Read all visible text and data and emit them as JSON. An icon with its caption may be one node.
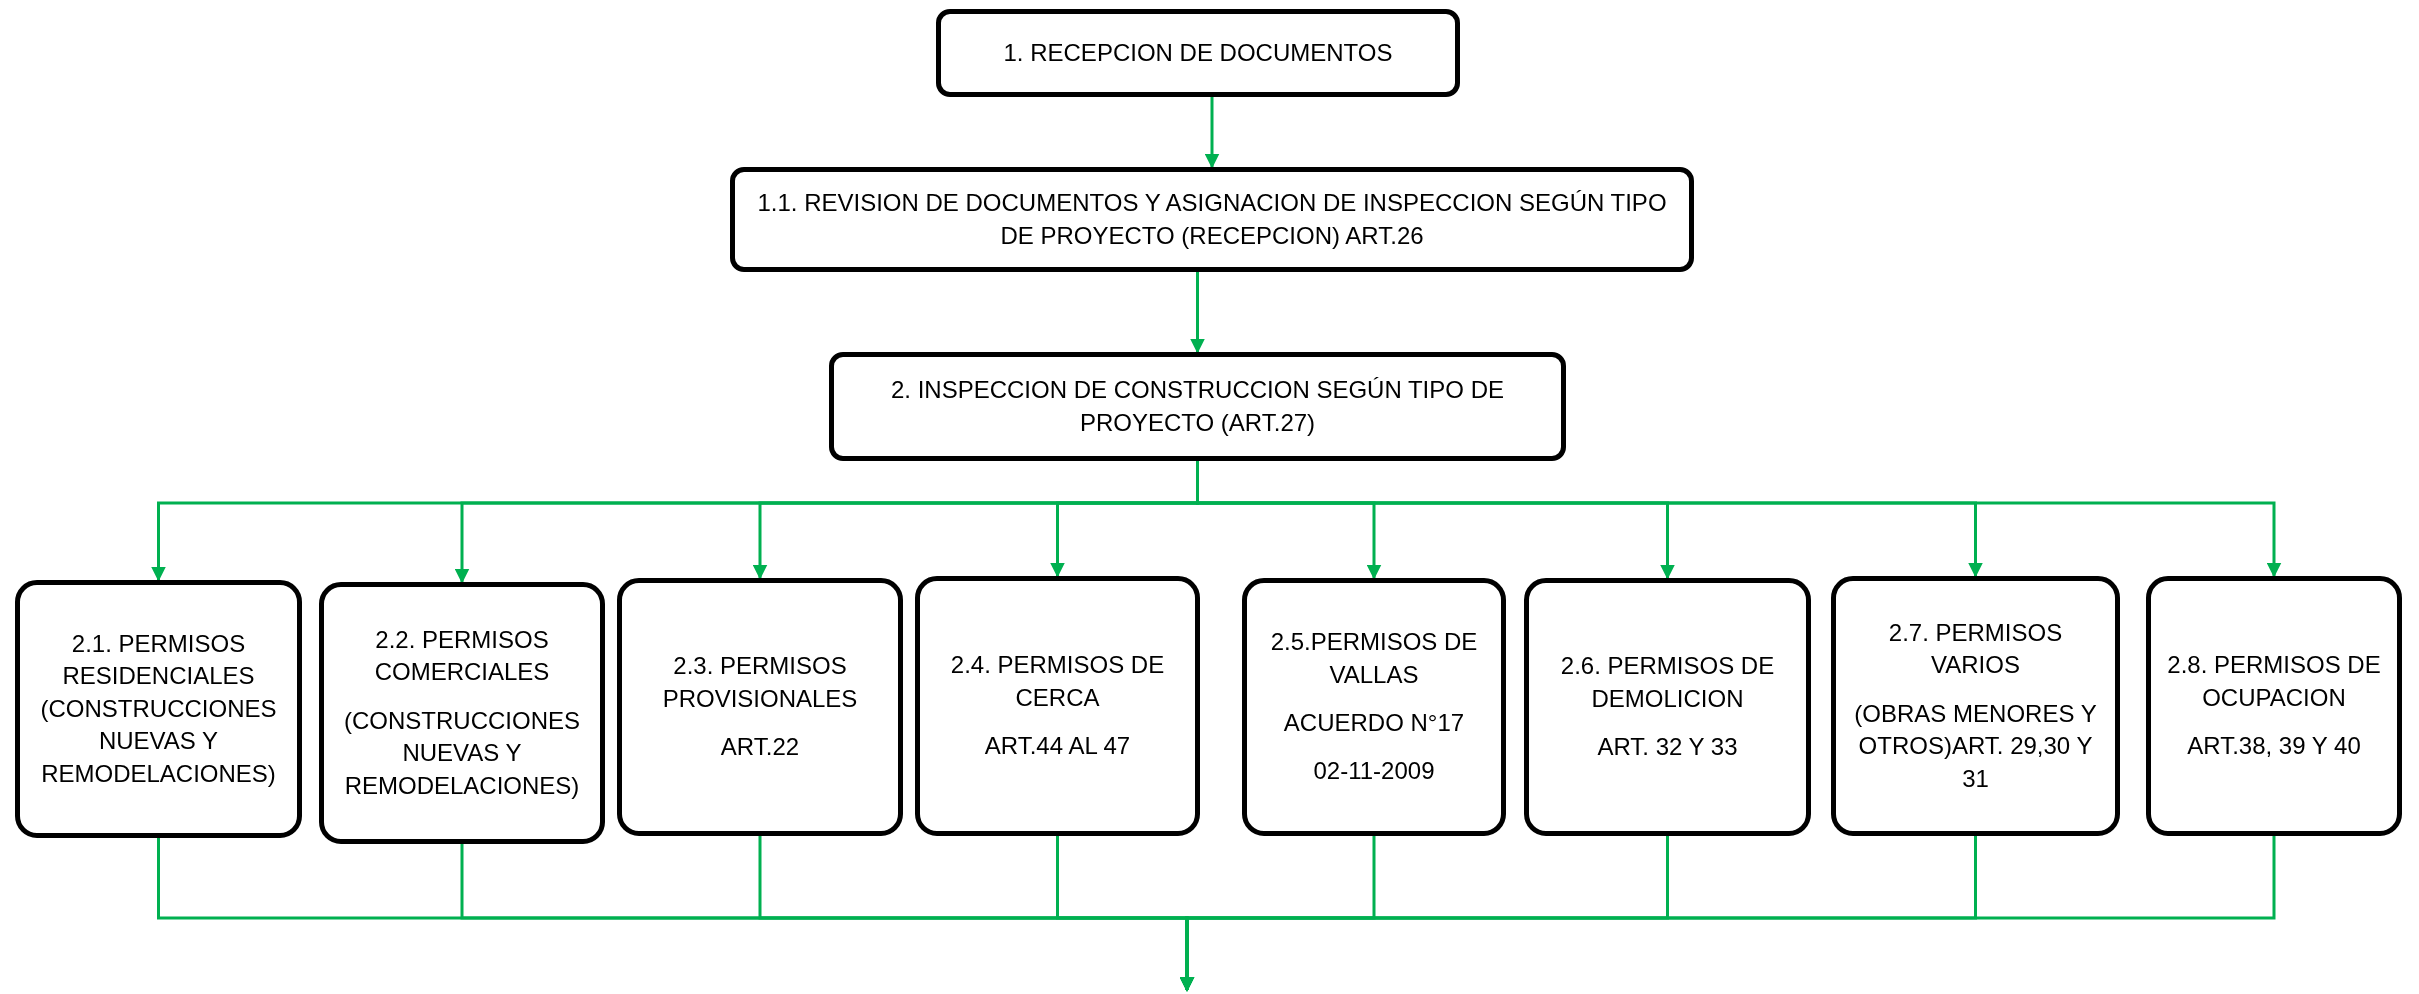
{
  "diagram": {
    "nodes": [
      {
        "text": [
          "1. RECEPCION DE DOCUMENTOS"
        ]
      },
      {
        "text": [
          "1.1. REVISION DE DOCUMENTOS Y ASIGNACION DE INSPECCION SEGÚN TIPO DE PROYECTO (RECEPCION) ART.26"
        ]
      },
      {
        "text": [
          "2. INSPECCION DE CONSTRUCCION SEGÚN TIPO DE PROYECTO (ART.27)"
        ]
      },
      {
        "text": [
          "2.1. PERMISOS RESIDENCIALES (CONSTRUCCIONES NUEVAS Y REMODELACIONES)"
        ]
      },
      {
        "text": [
          "2.2. PERMISOS COMERCIALES",
          "(CONSTRUCCIONES NUEVAS Y REMODELACIONES)"
        ]
      },
      {
        "text": [
          "2.3. PERMISOS PROVISIONALES",
          "ART.22"
        ]
      },
      {
        "text": [
          "2.4. PERMISOS DE CERCA",
          "ART.44 AL 47"
        ]
      },
      {
        "text": [
          "2.5.PERMISOS DE VALLAS",
          "ACUERDO N°17",
          "02-11-2009"
        ]
      },
      {
        "text": [
          "2.6. PERMISOS DE DEMOLICION",
          "ART. 32 Y 33"
        ]
      },
      {
        "text": [
          "2.7. PERMISOS VARIOS",
          "(OBRAS MENORES Y OTROS)ART. 29,30 Y 31"
        ]
      },
      {
        "text": [
          "2.8. PERMISOS DE OCUPACION",
          "ART.38, 39 Y 40"
        ]
      }
    ],
    "edges": [
      {
        "from": 0,
        "to": 1,
        "arrow": "to"
      },
      {
        "from": 1,
        "to": 2,
        "arrow": "to"
      },
      {
        "from": 2,
        "to": 3,
        "arrow": "to"
      },
      {
        "from": 2,
        "to": 4,
        "arrow": "to"
      },
      {
        "from": 2,
        "to": 5,
        "arrow": "to"
      },
      {
        "from": 2,
        "to": 6,
        "arrow": "to"
      },
      {
        "from": 2,
        "to": 7,
        "arrow": "to"
      },
      {
        "from": 2,
        "to": 8,
        "arrow": "to"
      },
      {
        "from": 2,
        "to": 9,
        "arrow": "to"
      },
      {
        "from": 2,
        "to": 10,
        "arrow": "to"
      },
      {
        "from": 3,
        "to": null,
        "arrow": "to"
      },
      {
        "from": 4,
        "to": null,
        "arrow": "to"
      },
      {
        "from": 5,
        "to": null,
        "arrow": "to"
      },
      {
        "from": 6,
        "to": null,
        "arrow": "to"
      },
      {
        "from": 7,
        "to": null,
        "arrow": "to"
      },
      {
        "from": 8,
        "to": null,
        "arrow": "to"
      },
      {
        "from": 9,
        "to": null,
        "arrow": "to"
      },
      {
        "from": 10,
        "to": null,
        "arrow": "to"
      }
    ]
  }
}
